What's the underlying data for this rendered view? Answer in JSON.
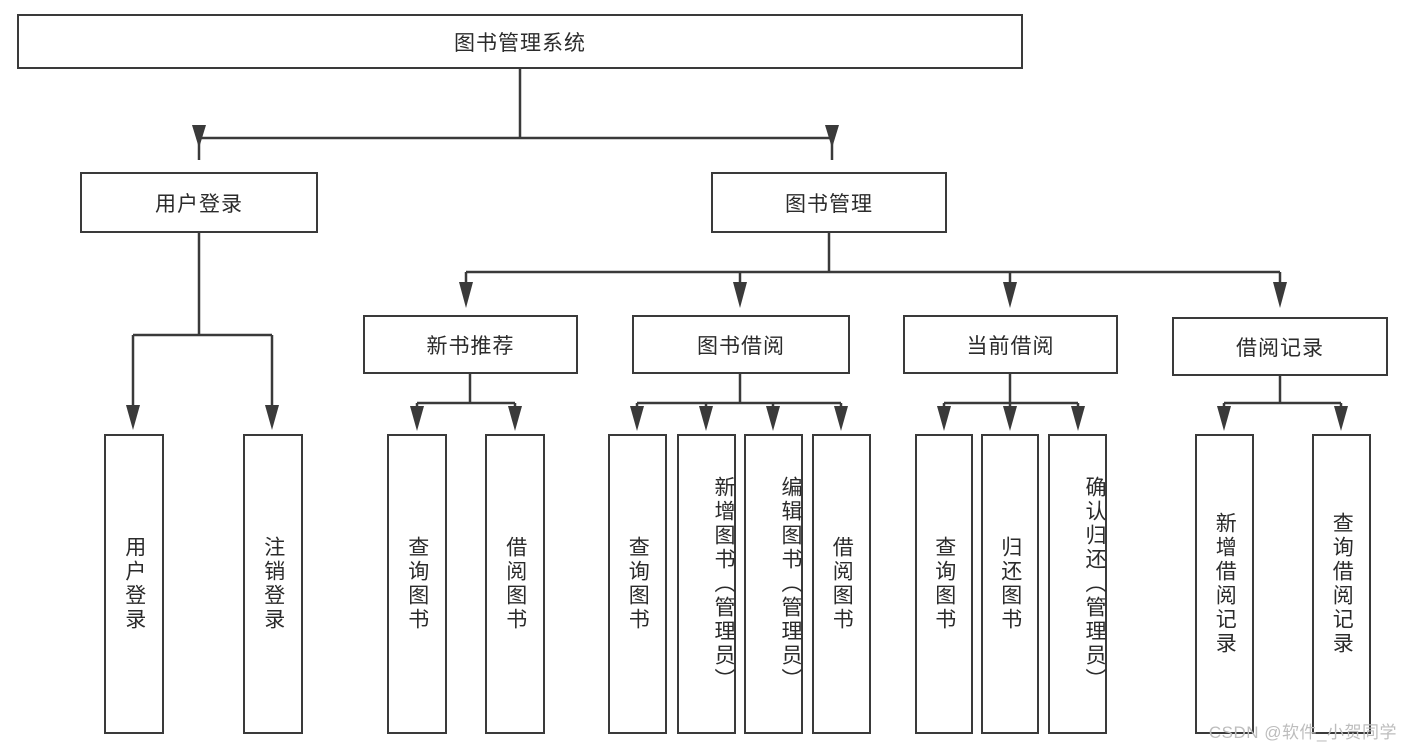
{
  "diagram": {
    "type": "tree-hierarchy-chart",
    "title": "图书管理系统",
    "watermark": "CSDN @软件_小贺同学",
    "colors": {
      "stroke": "#3a3a3a",
      "fill": "#ffffff",
      "text": "#2b2b2b",
      "watermark": "#bdbdbd"
    },
    "nodes": {
      "root": {
        "label": "图书管理系统"
      },
      "level2": [
        {
          "label": "用户登录"
        },
        {
          "label": "图书管理"
        }
      ],
      "level3": [
        {
          "label": "新书推荐"
        },
        {
          "label": "图书借阅"
        },
        {
          "label": "当前借阅"
        },
        {
          "label": "借阅记录"
        }
      ],
      "leaves": {
        "user_login": [
          {
            "label": "用户登录"
          },
          {
            "label": "注销登录"
          }
        ],
        "new_book": [
          {
            "label": "查询图书"
          },
          {
            "label": "借阅图书"
          }
        ],
        "book_borrow": [
          {
            "label": "查询图书"
          },
          {
            "label": "新增图书（管理员）"
          },
          {
            "label": "编辑图书（管理员）"
          },
          {
            "label": "借阅图书"
          }
        ],
        "current_borrow": [
          {
            "label": "查询图书"
          },
          {
            "label": "归还图书"
          },
          {
            "label": "确认归还（管理员）"
          }
        ],
        "borrow_record": [
          {
            "label": "新增借阅记录"
          },
          {
            "label": "查询借阅记录"
          }
        ]
      }
    }
  }
}
